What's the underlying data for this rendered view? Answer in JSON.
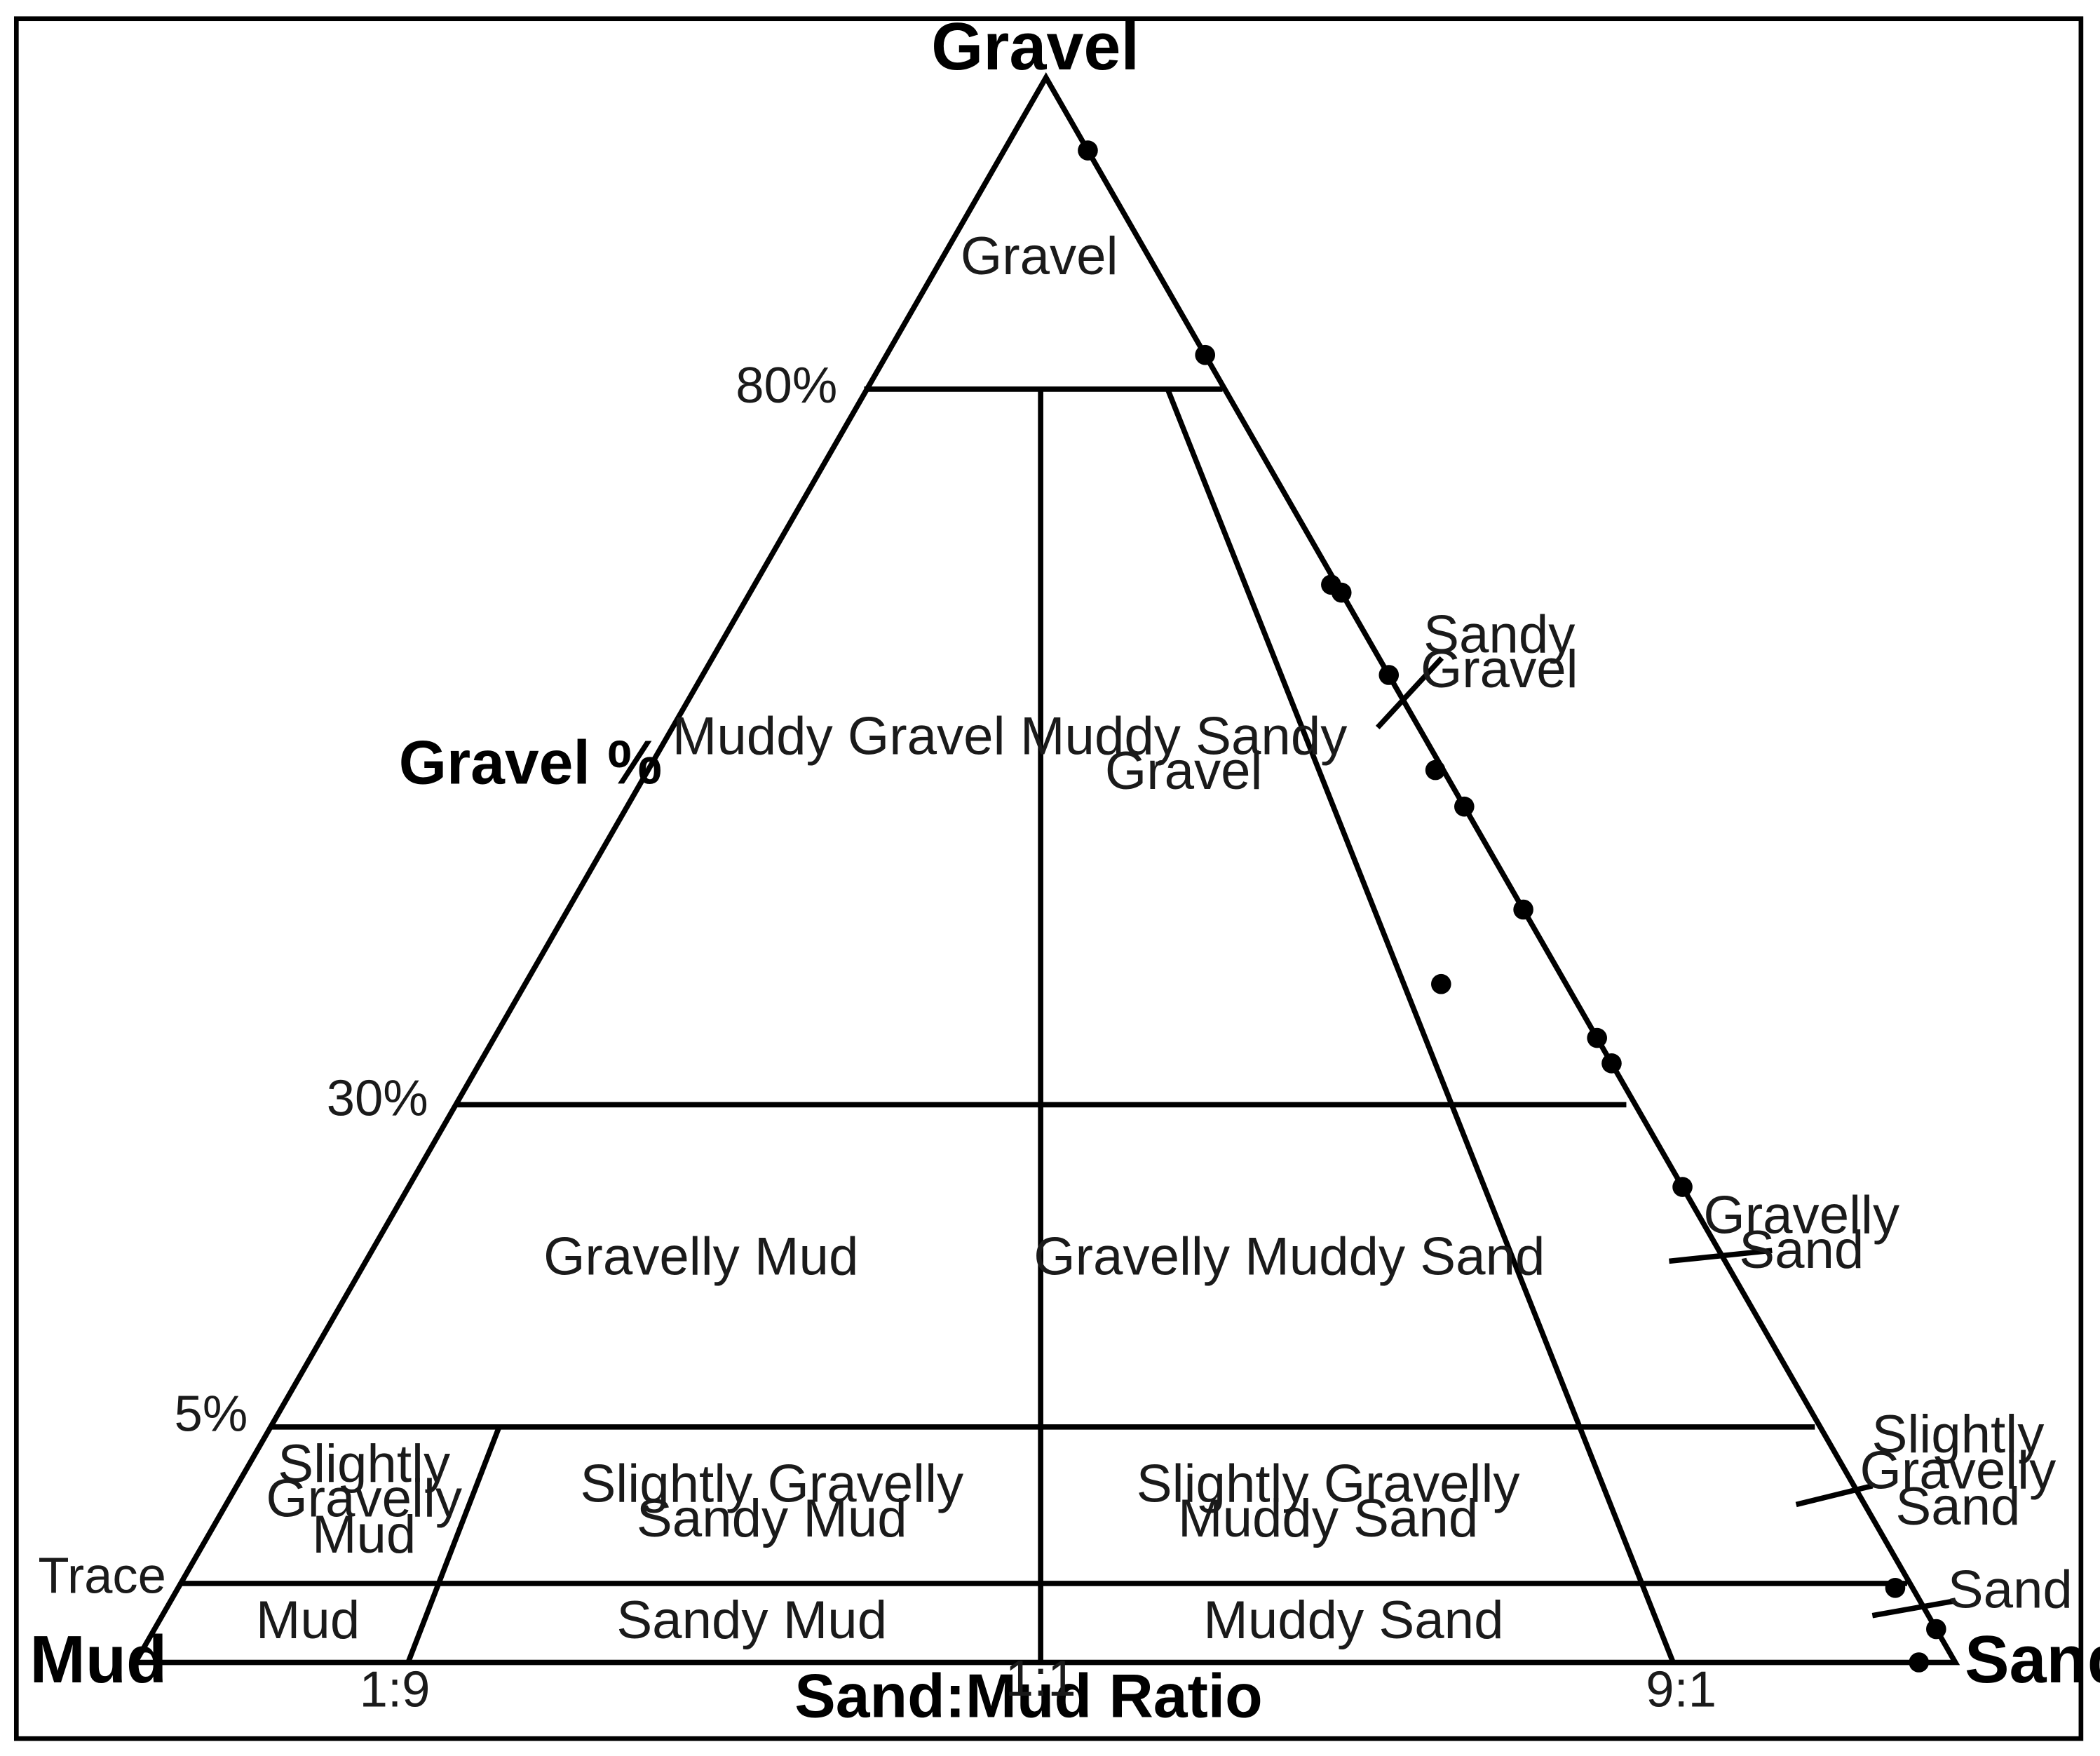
{
  "diagram": {
    "vertices": {
      "top": "Gravel",
      "left": "Mud",
      "right": "Sand"
    },
    "gravel_axis_title": "Gravel %",
    "bottom_axis_title": "Sand:Mud Ratio",
    "gravel_ticks": [
      "80%",
      "30%",
      "5%",
      "Trace"
    ],
    "ratio_ticks": [
      "1:9",
      "1:1",
      "9:1"
    ],
    "fields": {
      "gravel": [
        "Gravel"
      ],
      "muddy_gravel": [
        "Muddy Gravel"
      ],
      "muddy_sandy_gravel": [
        "Muddy Sandy",
        "Gravel"
      ],
      "sandy_gravel": [
        "Sandy",
        "Gravel"
      ],
      "gravelly_mud": [
        "Gravelly Mud"
      ],
      "gravelly_muddy_sand": [
        "Gravelly Muddy Sand"
      ],
      "gravelly_sand": [
        "Gravelly",
        "Sand"
      ],
      "slightly_gravelly_mud": [
        "Slightly",
        "Gravelly",
        "Mud"
      ],
      "slightly_gravelly_sandy_mud": [
        "Slightly Gravelly",
        "Sandy Mud"
      ],
      "slightly_gravelly_muddy_sand": [
        "Slightly Gravelly",
        "Muddy Sand"
      ],
      "slightly_gravelly_sand": [
        "Slightly",
        "Gravelly",
        "Sand"
      ],
      "mud": [
        "Mud"
      ],
      "sandy_mud": [
        "Sandy Mud"
      ],
      "muddy_sand": [
        "Muddy Sand"
      ],
      "sand": [
        "Sand"
      ]
    },
    "samples": [
      {
        "gravel_pct": 95.4,
        "sand_fraction": 1.0
      },
      {
        "gravel_pct": 82.5,
        "sand_fraction": 1.0
      },
      {
        "gravel_pct": 68.0,
        "sand_fraction": 0.99
      },
      {
        "gravel_pct": 67.5,
        "sand_fraction": 1.0
      },
      {
        "gravel_pct": 62.3,
        "sand_fraction": 1.0
      },
      {
        "gravel_pct": 56.3,
        "sand_fraction": 0.99
      },
      {
        "gravel_pct": 54.0,
        "sand_fraction": 1.0
      },
      {
        "gravel_pct": 47.5,
        "sand_fraction": 1.0
      },
      {
        "gravel_pct": 42.8,
        "sand_fraction": 0.88
      },
      {
        "gravel_pct": 39.4,
        "sand_fraction": 1.0
      },
      {
        "gravel_pct": 37.8,
        "sand_fraction": 1.0
      },
      {
        "gravel_pct": 30.0,
        "sand_fraction": 1.0
      },
      {
        "gravel_pct": 4.7,
        "sand_fraction": 0.99
      },
      {
        "gravel_pct": 2.1,
        "sand_fraction": 1.0
      },
      {
        "gravel_pct": 0.0,
        "sand_fraction": 0.98
      }
    ]
  }
}
